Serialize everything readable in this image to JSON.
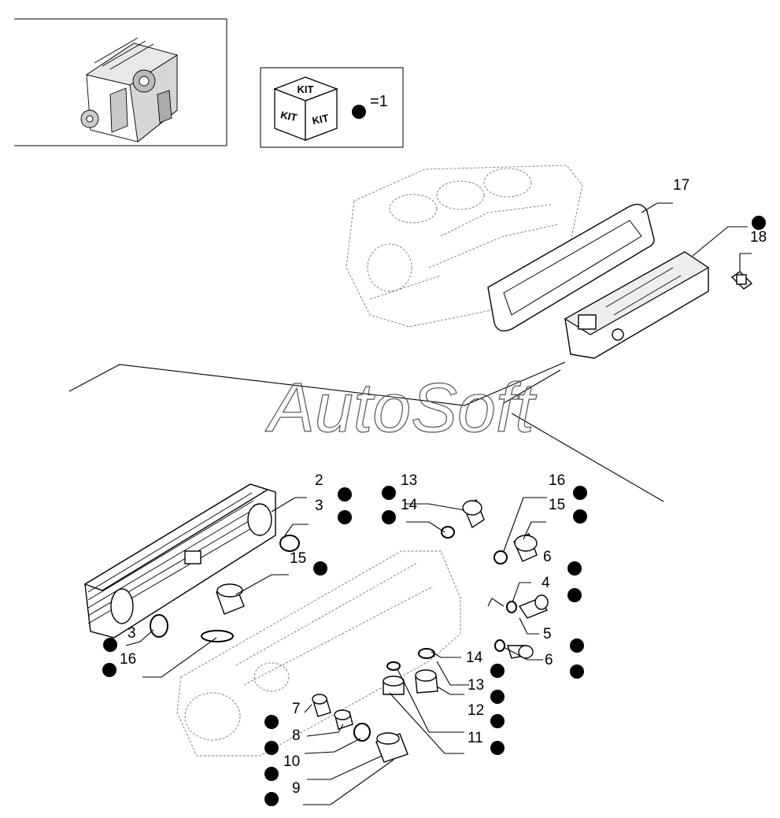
{
  "kit_legend": {
    "kit_top": "KIT",
    "kit_left": "KIT",
    "kit_right": "KIT",
    "equals": "=1"
  },
  "watermark": "AutoSoft",
  "callouts": [
    {
      "id": "17",
      "label": "17"
    },
    {
      "id": "18",
      "label": "18"
    },
    {
      "id": "2",
      "label": "2"
    },
    {
      "id": "3a",
      "label": "3"
    },
    {
      "id": "15a",
      "label": "15"
    },
    {
      "id": "3b",
      "label": "3"
    },
    {
      "id": "16a",
      "label": "16"
    },
    {
      "id": "13a",
      "label": "13"
    },
    {
      "id": "14a",
      "label": "14"
    },
    {
      "id": "16b",
      "label": "16"
    },
    {
      "id": "15b",
      "label": "15"
    },
    {
      "id": "6a",
      "label": "6"
    },
    {
      "id": "4",
      "label": "4"
    },
    {
      "id": "5",
      "label": "5"
    },
    {
      "id": "14b",
      "label": "14"
    },
    {
      "id": "6b",
      "label": "6"
    },
    {
      "id": "13b",
      "label": "13"
    },
    {
      "id": "12",
      "label": "12"
    },
    {
      "id": "11",
      "label": "11"
    },
    {
      "id": "7",
      "label": "7"
    },
    {
      "id": "8",
      "label": "8"
    },
    {
      "id": "10",
      "label": "10"
    },
    {
      "id": "9",
      "label": "9"
    }
  ],
  "colors": {
    "ink": "#000000",
    "ghost": "#777777",
    "background": "#ffffff"
  }
}
